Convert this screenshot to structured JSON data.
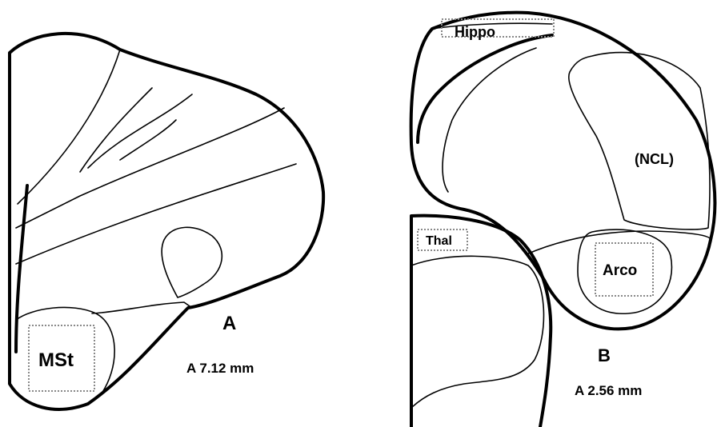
{
  "panel_a": {
    "letter": "A",
    "coordinate": "A 7.12 mm",
    "region_label": "MSt"
  },
  "panel_b": {
    "letter": "B",
    "coordinate": "A 2.56 mm",
    "region_labels": {
      "hippo": "Hippo",
      "ncl": "(NCL)",
      "thal": "Thal",
      "arco": "Arco"
    }
  }
}
